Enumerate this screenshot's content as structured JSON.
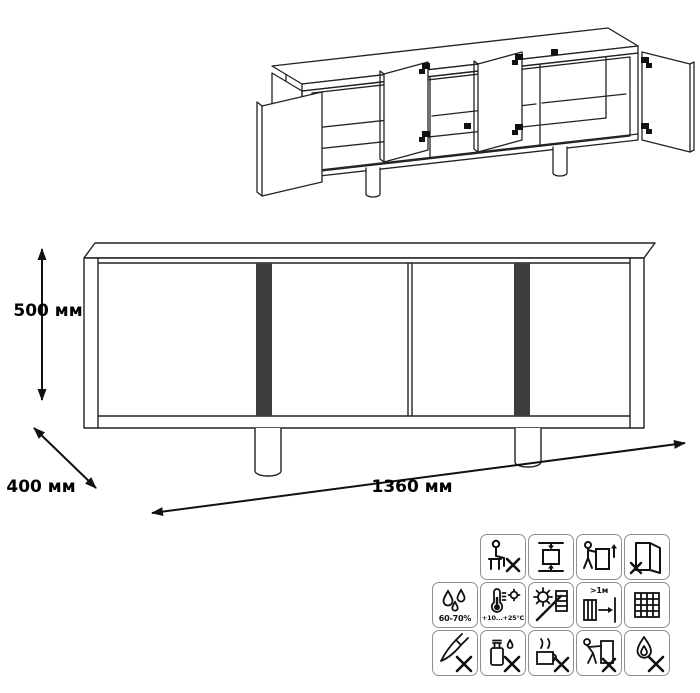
{
  "view": {
    "isometric_name": "isometric-open-doors-view",
    "front_name": "front-elevation-view"
  },
  "dimensions": {
    "height": "500 мм",
    "depth": "400 мм",
    "width": "1360 мм"
  },
  "icons": {
    "row1": [
      {
        "name": "no-sitting"
      },
      {
        "name": "clamp-press"
      },
      {
        "name": "carry-upright"
      },
      {
        "name": "door-adjustment"
      }
    ],
    "row2": [
      {
        "name": "humidity",
        "label": "60-70%"
      },
      {
        "name": "temperature",
        "label": "+10...+25°C"
      },
      {
        "name": "no-direct-sunlight"
      },
      {
        "name": "heater-distance",
        "label": ">1м"
      },
      {
        "name": "ventilation-grid"
      }
    ],
    "row3": [
      {
        "name": "no-sharp-objects"
      },
      {
        "name": "no-solvents"
      },
      {
        "name": "no-hot-items"
      },
      {
        "name": "do-not-drag"
      },
      {
        "name": "no-open-flame"
      }
    ]
  }
}
